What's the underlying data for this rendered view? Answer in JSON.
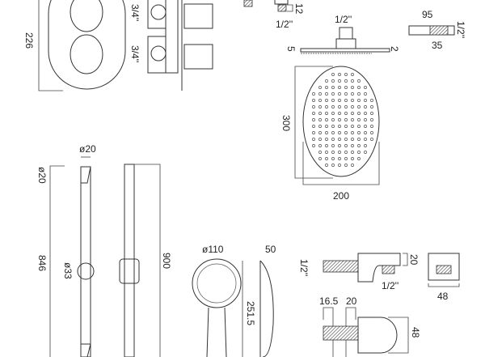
{
  "valve": {
    "height": "226",
    "inlet_top": "3/4''",
    "inlet_bottom": "3/4''"
  },
  "arm": {
    "dim_12": "12",
    "thread": "1/2''"
  },
  "head_side": {
    "thread": "1/2''",
    "left": "5",
    "right": "2"
  },
  "ceiling_arm": {
    "length": "95",
    "thread_len": "35",
    "thread": "1/2''"
  },
  "head_front": {
    "height": "300",
    "width": "200"
  },
  "rail": {
    "top_dia": "ø20",
    "side_dia": "ø20",
    "length": "846",
    "mid_dia": "ø33",
    "total": "900"
  },
  "handset": {
    "dia": "ø110",
    "depth": "50",
    "length": "251.5"
  },
  "outlet_elbow": {
    "thread_left": "1/2''",
    "height": "20",
    "thread_bottom": "1/2''",
    "width": "48"
  },
  "wall_outlet": {
    "dim_a": "16.5",
    "dim_b": "20",
    "height": "48"
  }
}
